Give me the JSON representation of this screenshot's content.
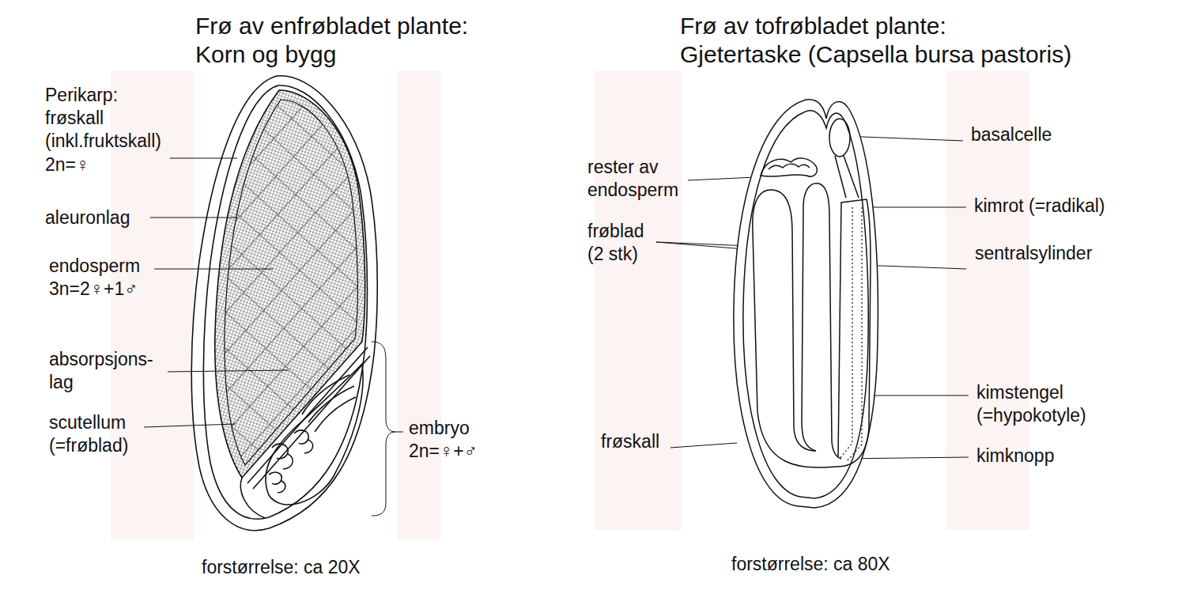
{
  "diagram": {
    "labels": [
      "Frø av enfrøbladet plante:",
      "Korn og bygg",
      "Frø av tofrøbladet plante:",
      "Gjetertaske (Capsella bursa pastoris)",
      "Perikarp: frøskall (inkl.fruktskall) 2n=♀",
      "aleuronlag",
      "endosperm 3n=2♀+1♂",
      "absorpsjons- lag",
      "scutellum (=frøblad)",
      "embryo 2n=♀+♂",
      "forstørrelse: ca 20X",
      "basalcelle",
      "rester av endosperm",
      "kimrot (=radikal)",
      "frøblad (2 stk)",
      "sentralsylinder",
      "kimstengel (=hypokotyle)",
      "frøskall",
      "kimknopp",
      "forstørrelse: ca 80X"
    ]
  }
}
